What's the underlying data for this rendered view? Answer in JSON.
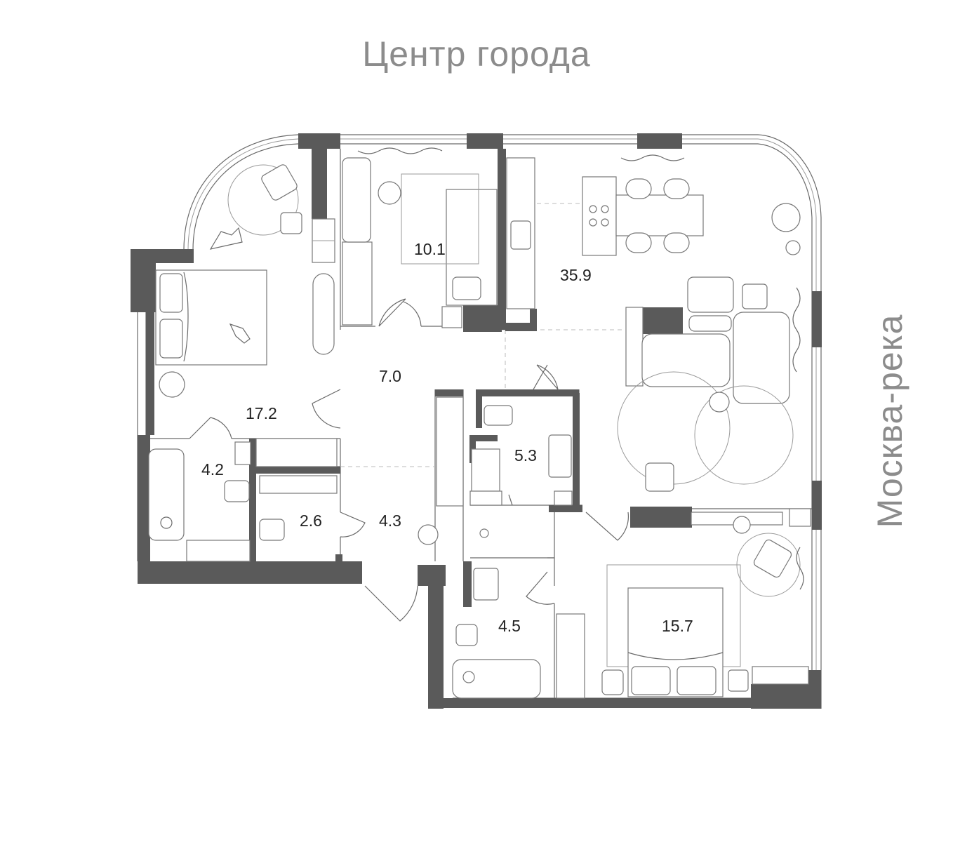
{
  "labels": {
    "top": "Центр города",
    "right": "Москва-река"
  },
  "rooms": [
    {
      "id": "bedroom-left",
      "area": "17.2"
    },
    {
      "id": "kids-room",
      "area": "10.1"
    },
    {
      "id": "living-kitchen",
      "area": "35.9"
    },
    {
      "id": "hall",
      "area": "7.0"
    },
    {
      "id": "bathroom-left",
      "area": "4.2"
    },
    {
      "id": "wc",
      "area": "2.6"
    },
    {
      "id": "corridor",
      "area": "4.3"
    },
    {
      "id": "bathroom-center",
      "area": "5.3"
    },
    {
      "id": "bathroom-bottom",
      "area": "4.5"
    },
    {
      "id": "bedroom-right",
      "area": "15.7"
    }
  ],
  "colors": {
    "wall": "#5a5a5a",
    "label": "#8c8c8c",
    "line": "#6a6a6a"
  }
}
